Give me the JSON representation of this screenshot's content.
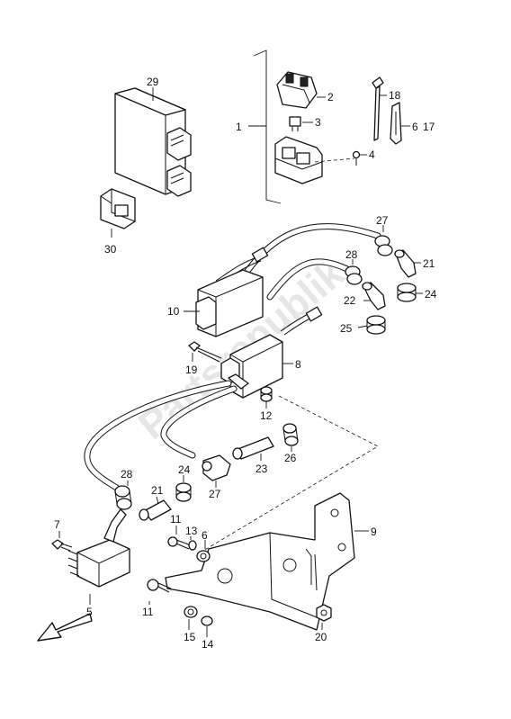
{
  "watermark": "Partsrepublik",
  "callouts": {
    "c1": "1",
    "c2": "2",
    "c3": "3",
    "c4": "4",
    "c5": "5",
    "c6": "6",
    "c6b": "6",
    "c7": "7",
    "c8": "8",
    "c9": "9",
    "c10": "10",
    "c11a": "11",
    "c11b": "11",
    "c12": "12",
    "c13": "13",
    "c14": "14",
    "c15": "15",
    "c17": "17",
    "c18": "18",
    "c19": "19",
    "c20": "20",
    "c21a": "21",
    "c21b": "21",
    "c22": "22",
    "c23": "23",
    "c24a": "24",
    "c24b": "24",
    "c25": "25",
    "c26": "26",
    "c27a": "27",
    "c27b": "27",
    "c28a": "28",
    "c28b": "28",
    "c29": "29",
    "c30": "30"
  },
  "icons": {
    "direction_arrow": "front-direction-arrow-icon"
  }
}
